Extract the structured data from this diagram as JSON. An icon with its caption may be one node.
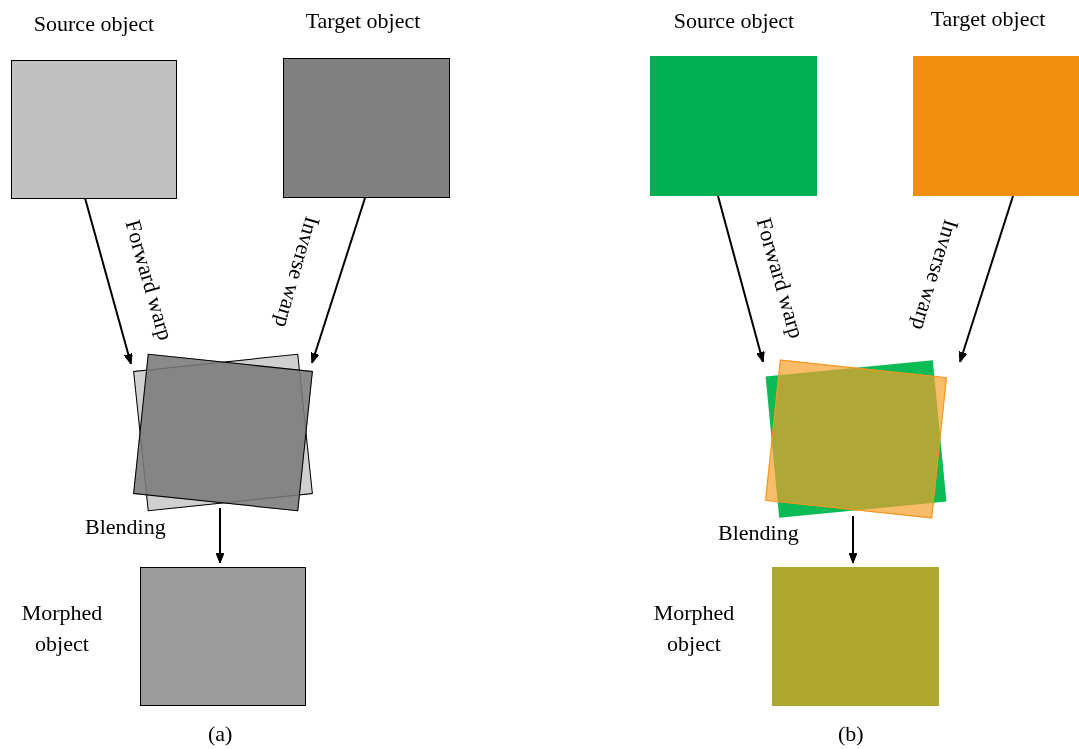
{
  "diagram": {
    "nodes": [
      {
        "text": [
          "Source object"
        ]
      },
      {
        "text": [
          "Target object"
        ]
      },
      {
        "text": [],
        "shape": "box"
      },
      {
        "text": [],
        "shape": "box"
      },
      {
        "text": [
          "Morphed object"
        ]
      },
      {
        "text": [
          "Source object"
        ]
      },
      {
        "text": [
          "Target object"
        ]
      },
      {
        "text": [],
        "shape": "box"
      },
      {
        "text": [],
        "shape": "box"
      },
      {
        "text": [
          "Morphed object"
        ]
      }
    ],
    "edges": [
      {
        "from": 0,
        "to": 2,
        "arrow": "to",
        "label": "Forward warp"
      },
      {
        "from": 1,
        "to": 3,
        "arrow": "to",
        "label": "Inverse warp"
      },
      {
        "from": 3,
        "to": 4,
        "arrow": "to",
        "label": "Blending"
      },
      {
        "from": 5,
        "to": 7,
        "arrow": "to",
        "label": "Forward warp"
      },
      {
        "from": 6,
        "to": 8,
        "arrow": "to",
        "label": "Inverse warp"
      },
      {
        "from": 8,
        "to": 9,
        "arrow": "to",
        "label": "Blending"
      }
    ],
    "labels": [
      "(a)",
      "(b)"
    ]
  }
}
